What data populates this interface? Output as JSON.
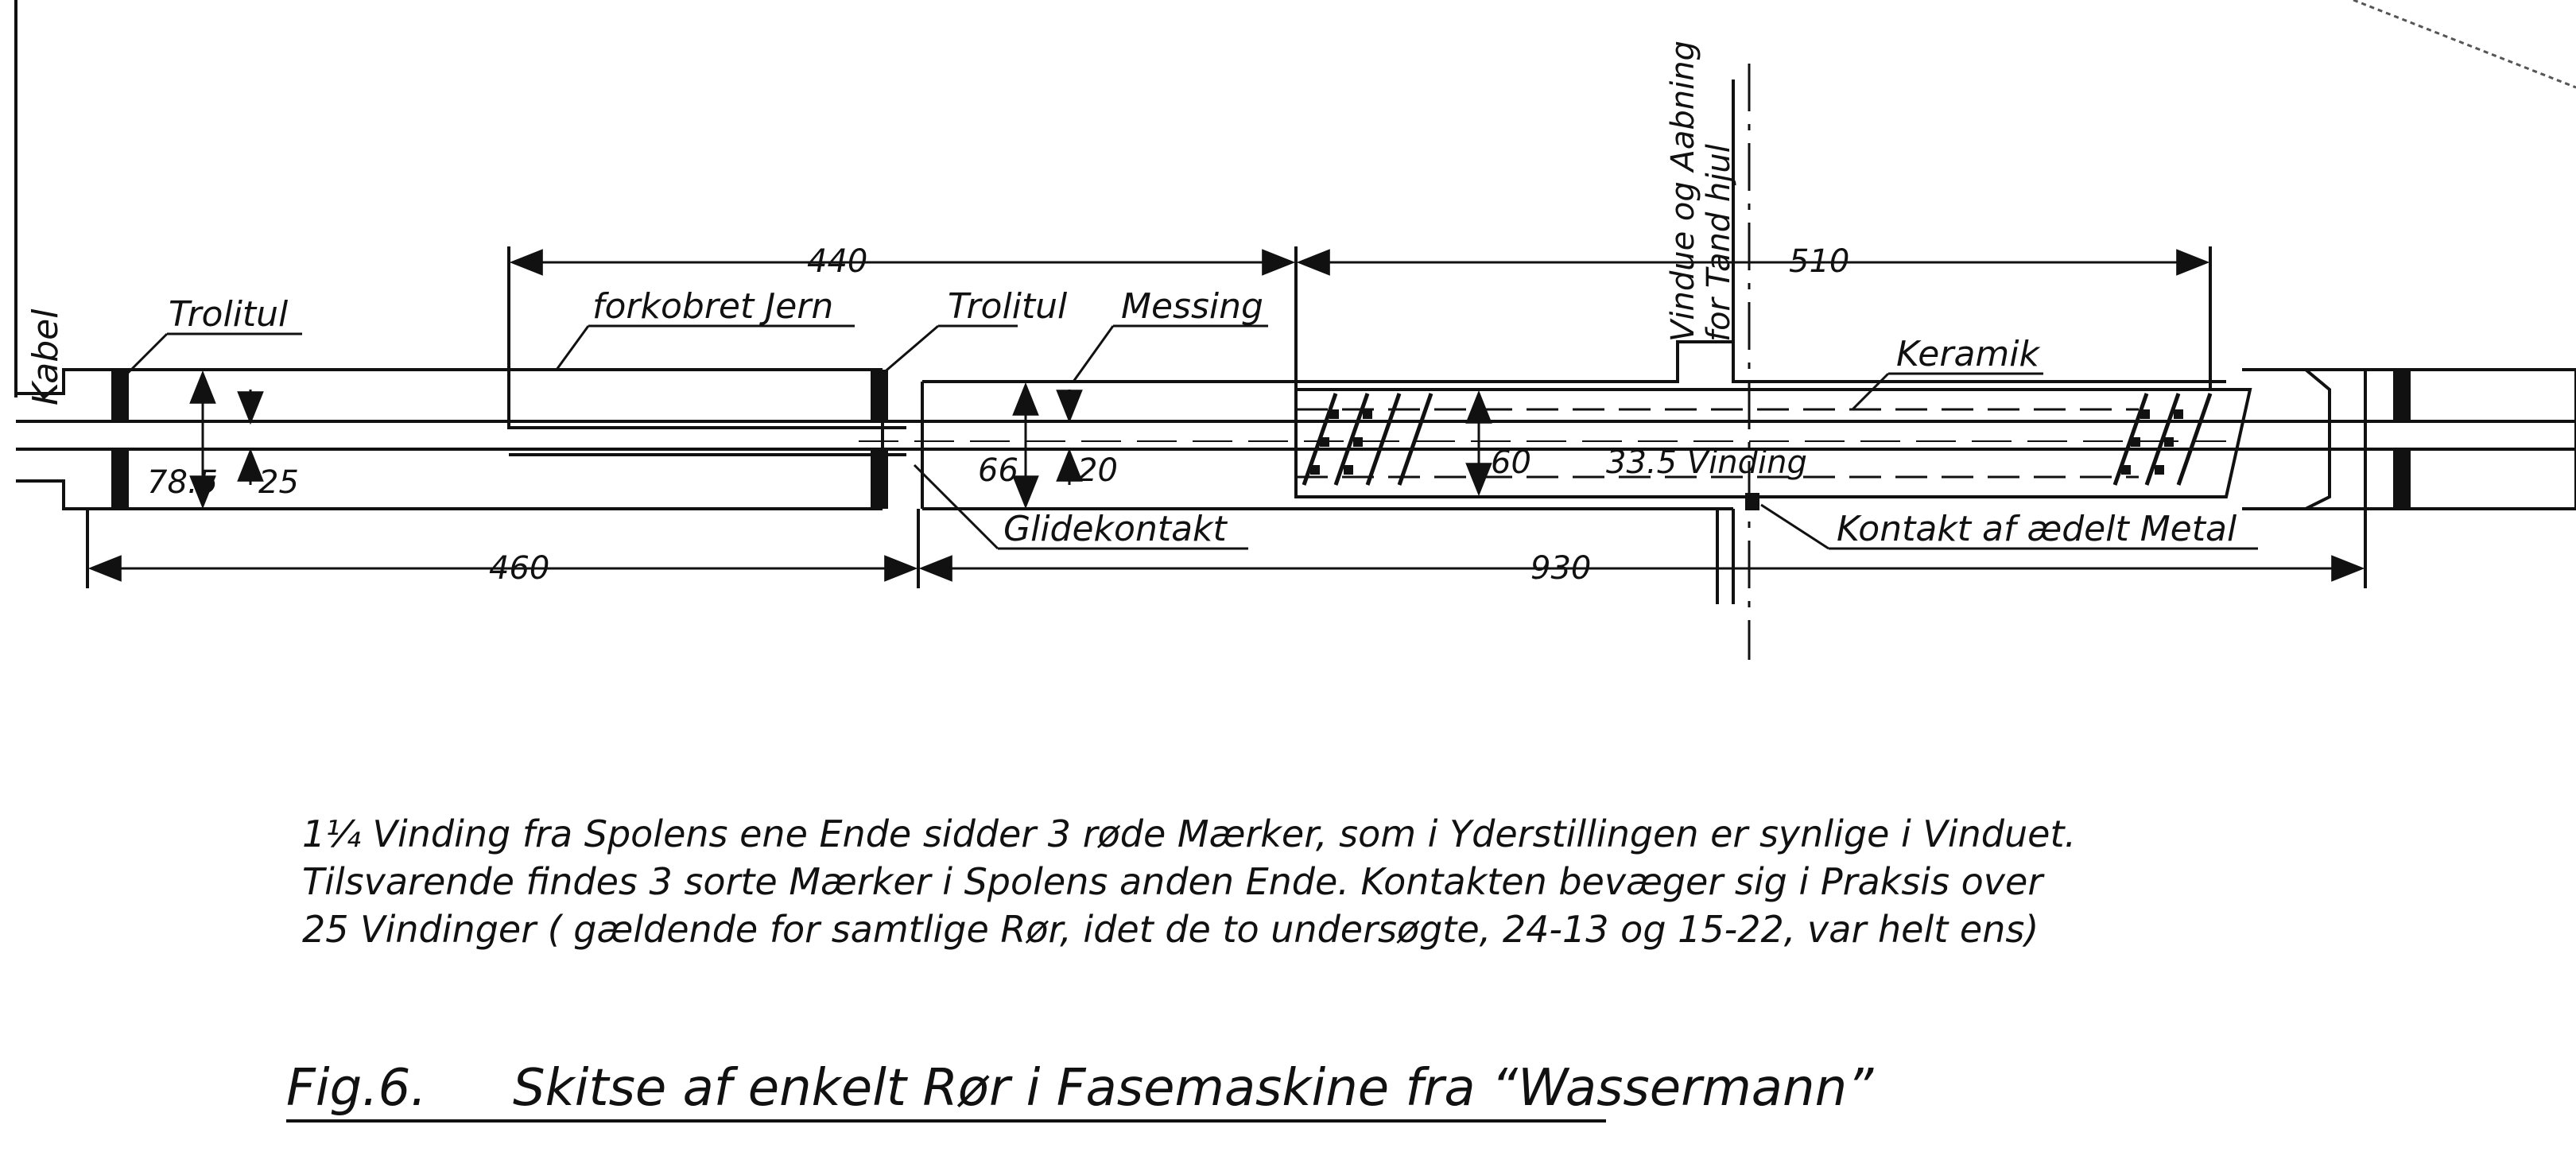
{
  "labels": {
    "kabel": "Kabel",
    "trolitul_left": "Trolitul",
    "forkobret_jern": "forkobret Jern",
    "trolitul_mid": "Trolitul",
    "messing": "Messing",
    "vindue": "Vindue og Aabning",
    "for_tandhjul": "for Tand hjul",
    "keramik": "Keramik",
    "glidekontakt": "Glidekontakt",
    "kontakt": "Kontakt af ædelt Metal",
    "vinding": "33.5 Vinding"
  },
  "dimensions": {
    "d440": "440",
    "d510": "510",
    "d460": "460",
    "d930": "930",
    "d785": "78.5",
    "d25": "25",
    "d66": "66",
    "d20": "20",
    "d60": "60"
  },
  "notes": {
    "line1": "1¼ Vinding fra Spolens ene Ende sidder 3 røde Mærker, som i Yderstillingen er synlige i Vinduet.",
    "line2": "Tilsvarende findes 3 sorte Mærker i Spolens anden Ende. Kontakten bevæger sig i Praksis over",
    "line3": "25 Vindinger ( gældende for samtlige Rør, idet de to undersøgte, 24-13 og 15-22, var helt ens)"
  },
  "caption": {
    "fig": "Fig.6.",
    "text": "Skitse af enkelt Rør i Fasemaskine fra “Wassermann”"
  }
}
